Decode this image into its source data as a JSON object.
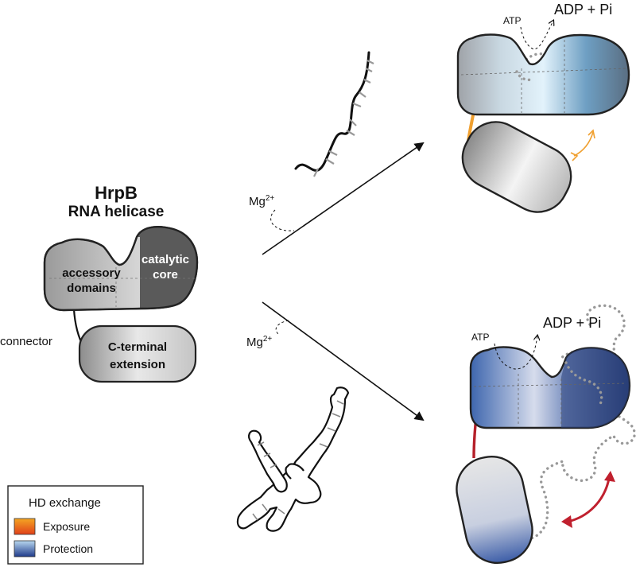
{
  "title": "HrpB",
  "subtitle": "RNA helicase",
  "domains": {
    "accessory_line1": "accessory",
    "accessory_line2": "domains",
    "catalytic_line1": "catalytic",
    "catalytic_line2": "core",
    "cterm_line1": "C-terminal",
    "cterm_line2": "extension",
    "connector": "connector"
  },
  "cofactor": {
    "base": "Mg",
    "superscript": "2+"
  },
  "top_state": {
    "atp": "ATP",
    "products": "ADP + Pi"
  },
  "bottom_state": {
    "atp": "ATP",
    "products": "ADP + Pi"
  },
  "legend": {
    "title": "HD exchange",
    "items": [
      {
        "label": "Exposure",
        "color": "#f08a2a"
      },
      {
        "label": "Protection",
        "color": "#3a67b4"
      }
    ]
  },
  "colors": {
    "exposure_connector": "#f0a030",
    "protection_connector": "#b5202a",
    "exposure_arrow": "#f0a030",
    "protection_arrow": "#c0202e"
  }
}
